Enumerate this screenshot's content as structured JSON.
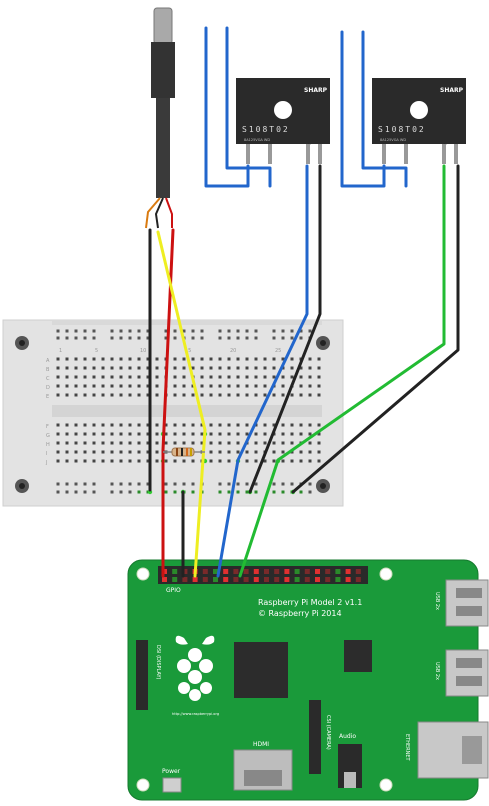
{
  "ssr1": {
    "brand": "SHARP",
    "model": "S108T02",
    "rating": "8A125VGA WD",
    "plus": "+",
    "minus": "-"
  },
  "ssr2": {
    "brand": "SHARP",
    "model": "S108T02",
    "rating": "8A125VGA WD",
    "plus": "+",
    "minus": "-"
  },
  "breadboard": {
    "col_numbers": [
      "1",
      "5",
      "10",
      "15",
      "20",
      "25"
    ],
    "row_letters_top": [
      "A",
      "B",
      "C",
      "D",
      "E"
    ],
    "row_letters_bottom": [
      "F",
      "G",
      "H",
      "I",
      "J"
    ]
  },
  "pi": {
    "title": "Raspberry Pi Model 2 v1.1",
    "copyright": "© Raspberry Pi 2014",
    "gpio_label": "GPIO",
    "url": "http://www.raspberrypi.org",
    "dsi": "DSI (DISPLAY)",
    "csi": "CSI (CAMERA)",
    "hdmi": "HDMI",
    "audio": "Audio",
    "power": "Power",
    "ethernet": "ETHERNET",
    "usb1": "USB 2x",
    "usb2": "USB 2x"
  },
  "colors": {
    "pcb": "#1a9a3a",
    "wire_red": "#cc1111",
    "wire_black": "#222222",
    "wire_yellow": "#eeee22",
    "wire_blue": "#2266cc",
    "wire_green": "#22bb33",
    "breadboard": "#e6e6e6"
  }
}
